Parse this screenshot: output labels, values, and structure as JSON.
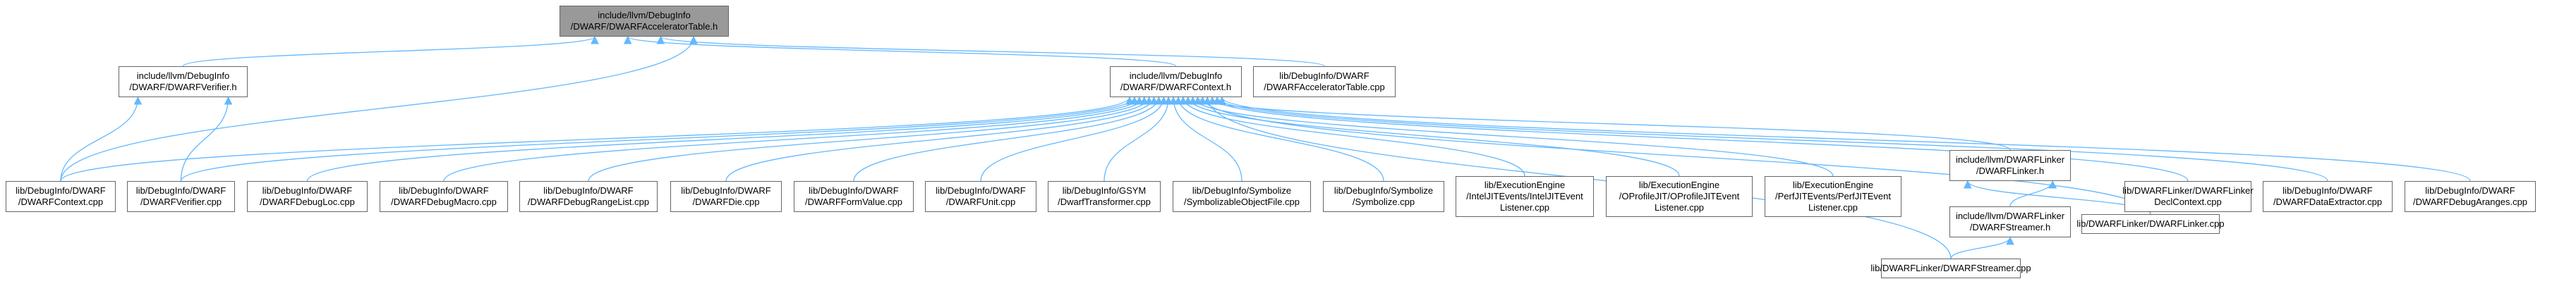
{
  "colors": {
    "edge": "#63b8ff",
    "node_border": "#666666",
    "current_fill": "#999999"
  },
  "nodes": {
    "root": {
      "lines": [
        "include/llvm/DebugInfo",
        "/DWARF/DWARFAcceleratorTable.h"
      ]
    },
    "verifier_h": {
      "lines": [
        "include/llvm/DebugInfo",
        "/DWARF/DWARFVerifier.h"
      ]
    },
    "context_h": {
      "lines": [
        "include/llvm/DebugInfo",
        "/DWARF/DWARFContext.h"
      ]
    },
    "acc_cpp": {
      "lines": [
        "lib/DebugInfo/DWARF",
        "/DWARFAcceleratorTable.cpp"
      ]
    },
    "context_cpp": {
      "lines": [
        "lib/DebugInfo/DWARF",
        "/DWARFContext.cpp"
      ]
    },
    "verifier_cpp": {
      "lines": [
        "lib/DebugInfo/DWARF",
        "/DWARFVerifier.cpp"
      ]
    },
    "debugloc": {
      "lines": [
        "lib/DebugInfo/DWARF",
        "/DWARFDebugLoc.cpp"
      ]
    },
    "debugmacro": {
      "lines": [
        "lib/DebugInfo/DWARF",
        "/DWARFDebugMacro.cpp"
      ]
    },
    "rnglist": {
      "lines": [
        "lib/DebugInfo/DWARF",
        "/DWARFDebugRangeList.cpp"
      ]
    },
    "die": {
      "lines": [
        "lib/DebugInfo/DWARF",
        "/DWARFDie.cpp"
      ]
    },
    "formvalue": {
      "lines": [
        "lib/DebugInfo/DWARF",
        "/DWARFFormValue.cpp"
      ]
    },
    "unit": {
      "lines": [
        "lib/DebugInfo/DWARF",
        "/DWARFUnit.cpp"
      ]
    },
    "gsym": {
      "lines": [
        "lib/DebugInfo/GSYM",
        "/DwarfTransformer.cpp"
      ]
    },
    "symobj": {
      "lines": [
        "lib/DebugInfo/Symbolize",
        "/SymbolizableObjectFile.cpp"
      ]
    },
    "symbolize": {
      "lines": [
        "lib/DebugInfo/Symbolize",
        "/Symbolize.cpp"
      ]
    },
    "intel": {
      "lines": [
        "lib/ExecutionEngine",
        "/IntelJITEvents/IntelJITEvent",
        "Listener.cpp"
      ]
    },
    "oprofile": {
      "lines": [
        "lib/ExecutionEngine",
        "/OProfileJIT/OProfileJITEvent",
        "Listener.cpp"
      ]
    },
    "perf": {
      "lines": [
        "lib/ExecutionEngine",
        "/PerfJITEvents/PerfJITEvent",
        "Listener.cpp"
      ]
    },
    "linker_h": {
      "lines": [
        "include/llvm/DWARFLinker",
        "/DWARFLinker.h"
      ]
    },
    "declctx": {
      "lines": [
        "lib/DWARFLinker/DWARFLinker",
        "DeclContext.cpp"
      ]
    },
    "extractor": {
      "lines": [
        "lib/DebugInfo/DWARF",
        "/DWARFDataExtractor.cpp"
      ]
    },
    "aranges": {
      "lines": [
        "lib/DebugInfo/DWARF",
        "/DWARFDebugAranges.cpp"
      ]
    },
    "streamer_h": {
      "lines": [
        "include/llvm/DWARFLinker",
        "/DWARFStreamer.h"
      ]
    },
    "linker_cpp": {
      "lines": [
        "lib/DWARFLinker/DWARFLinker.cpp"
      ]
    },
    "streamer_cpp": {
      "lines": [
        "lib/DWARFLinker/DWARFStreamer.cpp"
      ]
    }
  },
  "edges": [
    [
      "verifier_h",
      "root"
    ],
    [
      "context_h",
      "root"
    ],
    [
      "acc_cpp",
      "root"
    ],
    [
      "context_cpp",
      "root"
    ],
    [
      "context_cpp",
      "verifier_h"
    ],
    [
      "verifier_cpp",
      "verifier_h"
    ],
    [
      "context_cpp",
      "context_h"
    ],
    [
      "verifier_cpp",
      "context_h"
    ],
    [
      "debugloc",
      "context_h"
    ],
    [
      "debugmacro",
      "context_h"
    ],
    [
      "rnglist",
      "context_h"
    ],
    [
      "die",
      "context_h"
    ],
    [
      "formvalue",
      "context_h"
    ],
    [
      "unit",
      "context_h"
    ],
    [
      "gsym",
      "context_h"
    ],
    [
      "symobj",
      "context_h"
    ],
    [
      "symbolize",
      "context_h"
    ],
    [
      "intel",
      "context_h"
    ],
    [
      "oprofile",
      "context_h"
    ],
    [
      "perf",
      "context_h"
    ],
    [
      "linker_h",
      "context_h"
    ],
    [
      "linker_cpp",
      "context_h"
    ],
    [
      "streamer_cpp",
      "context_h"
    ],
    [
      "declctx",
      "context_h"
    ],
    [
      "extractor",
      "context_h"
    ],
    [
      "aranges",
      "context_h"
    ],
    [
      "linker_cpp",
      "linker_h"
    ],
    [
      "streamer_h",
      "linker_h"
    ],
    [
      "streamer_cpp",
      "streamer_h"
    ]
  ]
}
